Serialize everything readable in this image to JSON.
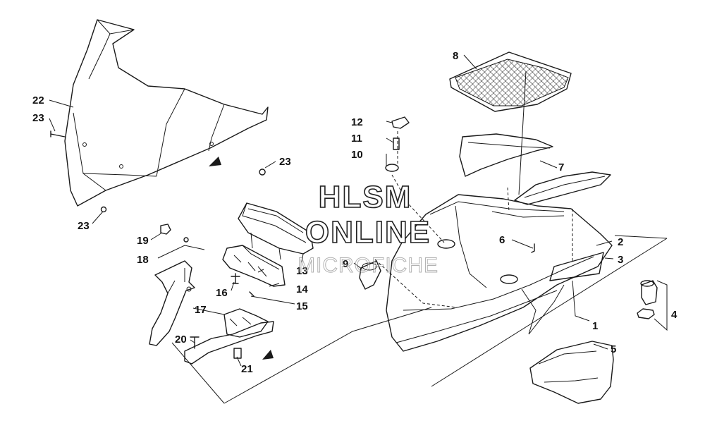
{
  "watermark": {
    "line1": "HLSM",
    "line2": "ONLINE",
    "line3": "MICROFICHE"
  },
  "callouts": {
    "c1": "1",
    "c2": "2",
    "c3": "3",
    "c4": "4",
    "c5": "5",
    "c6": "6",
    "c7": "7",
    "c8": "8",
    "c9": "9",
    "c10": "10",
    "c11": "11",
    "c12": "12",
    "c13": "13",
    "c14": "14",
    "c15": "15",
    "c16": "16",
    "c17": "17",
    "c18": "18",
    "c19": "19",
    "c20": "20",
    "c21": "21",
    "c22": "22",
    "c23a": "23",
    "c23b": "23",
    "c23c": "23"
  }
}
